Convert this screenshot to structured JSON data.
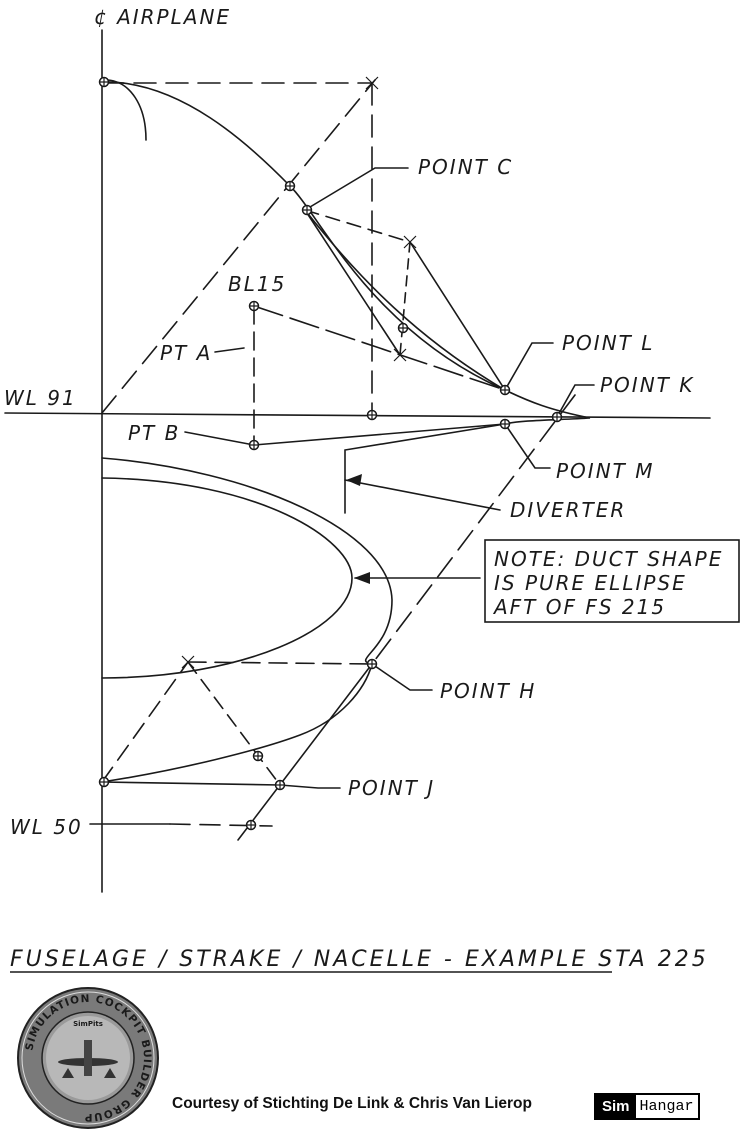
{
  "labels": {
    "centerline": "¢ AIRPLANE",
    "bl15": "BL15",
    "pt_a": "PT A",
    "pt_b": "PT B",
    "wl91": "WL 91",
    "wl50": "WL 50",
    "point_c": "POINT C",
    "point_l": "POINT L",
    "point_k": "POINT K",
    "point_m": "POINT M",
    "point_h": "POINT H",
    "point_j": "POINT J",
    "diverter": "DIVERTER"
  },
  "note": {
    "line1": "NOTE: DUCT SHAPE",
    "line2": "IS PURE ELLIPSE",
    "line3": "AFT OF FS 215"
  },
  "title": "FUSELAGE / STRAKE / NACELLE - EXAMPLE STA 225",
  "logo": {
    "ring_text": "SIMULATION COCKPIT BUILDER GROUP",
    "center_text": "SimPits"
  },
  "credit": "Courtesy of Stichting De Link & Chris Van Lierop",
  "brand": {
    "part1": "Sim",
    "part2": "Hangar"
  },
  "colors": {
    "ink": "#1a1a1a",
    "paper": "#ffffff"
  }
}
